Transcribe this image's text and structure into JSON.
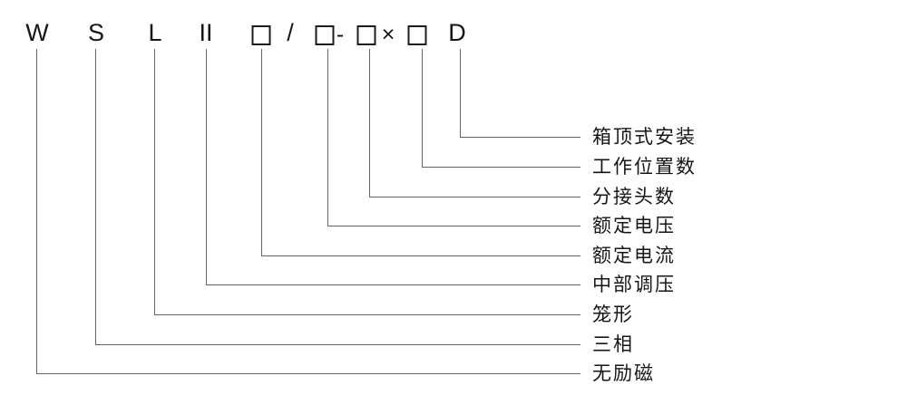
{
  "diagram": {
    "title_hint": "WSLII tap-changer model designation diagram",
    "line_color": "#646464",
    "text_color": "#161616",
    "symbols": {
      "w": "W",
      "s": "S",
      "l": "L",
      "ii": "II",
      "slash": "/",
      "hyphen": "-",
      "times": "×",
      "d": "D"
    },
    "labels": {
      "top_mount": "箱顶式安装",
      "working_positions": "工作位置数",
      "tap_count": "分接头数",
      "rated_voltage": "额定电压",
      "rated_current": "额定电流",
      "middle_regulation": "中部调压",
      "cage_type": "笼形",
      "three_phase": "三相",
      "no_excitation": "无励磁"
    }
  }
}
